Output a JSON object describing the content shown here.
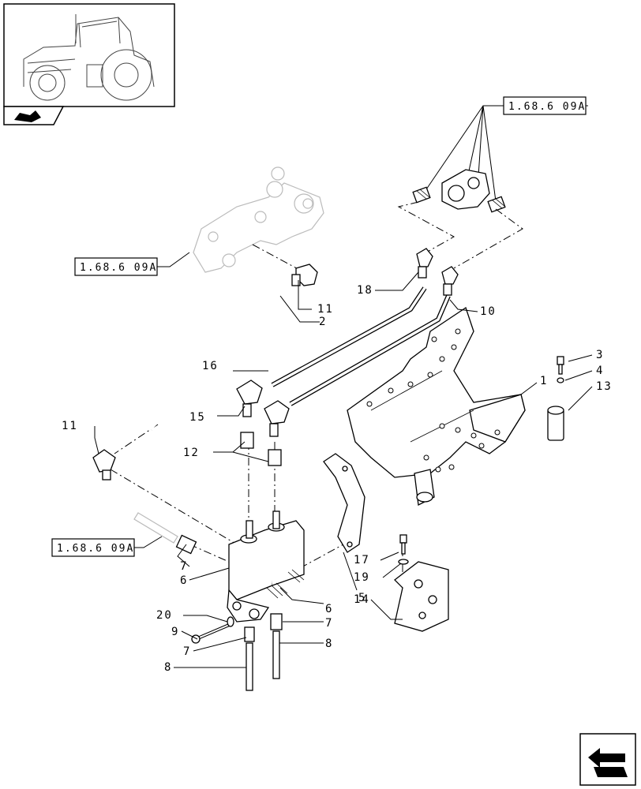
{
  "refs": {
    "top_right": "1.68.6 09A",
    "left_upper": "1.68.6 09A",
    "left_lower": "1.68.6 09A"
  },
  "labels": {
    "l1": "1",
    "l2": "2",
    "l3": "3",
    "l4": "4",
    "l5": "5",
    "l6a": "6",
    "l6b": "6",
    "l7a": "7",
    "l7b": "7",
    "l7c": "7",
    "l8a": "8",
    "l8b": "8",
    "l9": "9",
    "l10": "10",
    "l11a": "11",
    "l11b": "11",
    "l12": "12",
    "l13": "13",
    "l14": "14",
    "l15": "15",
    "l16": "16",
    "l17": "17",
    "l18": "18",
    "l19": "19",
    "l20": "20"
  },
  "icons": {
    "thumbnail": "tractor-thumbnail",
    "view_tab": "view-direction-icon",
    "nav": "next-page-arrow-icon"
  }
}
